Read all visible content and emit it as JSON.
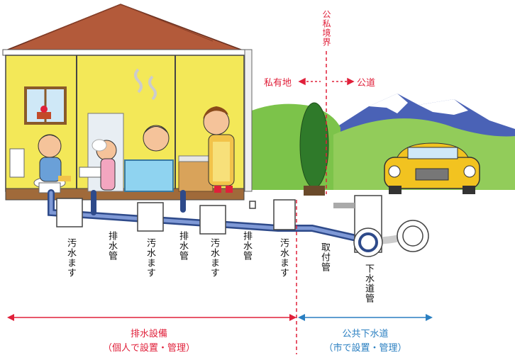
{
  "boundary": {
    "label": "公私境界",
    "private_label": "私有地",
    "public_label": "公道"
  },
  "pipe_labels": {
    "septic_1": "汚水ます",
    "drain_1": "排水管",
    "septic_2": "汚水ます",
    "drain_2": "排水管",
    "septic_3": "汚水ます",
    "drain_3": "排水管",
    "septic_4": "汚水ます",
    "connection": "取付管",
    "sewer_main": "下水道管"
  },
  "sections": {
    "private": {
      "title": "排水設備",
      "subtitle": "（個人で設置・管理）"
    },
    "public": {
      "title": "公共下水道",
      "subtitle": "（市で設置・管理）"
    }
  },
  "colors": {
    "private_accent": "#e0203a",
    "public_accent": "#2a7fc1"
  }
}
